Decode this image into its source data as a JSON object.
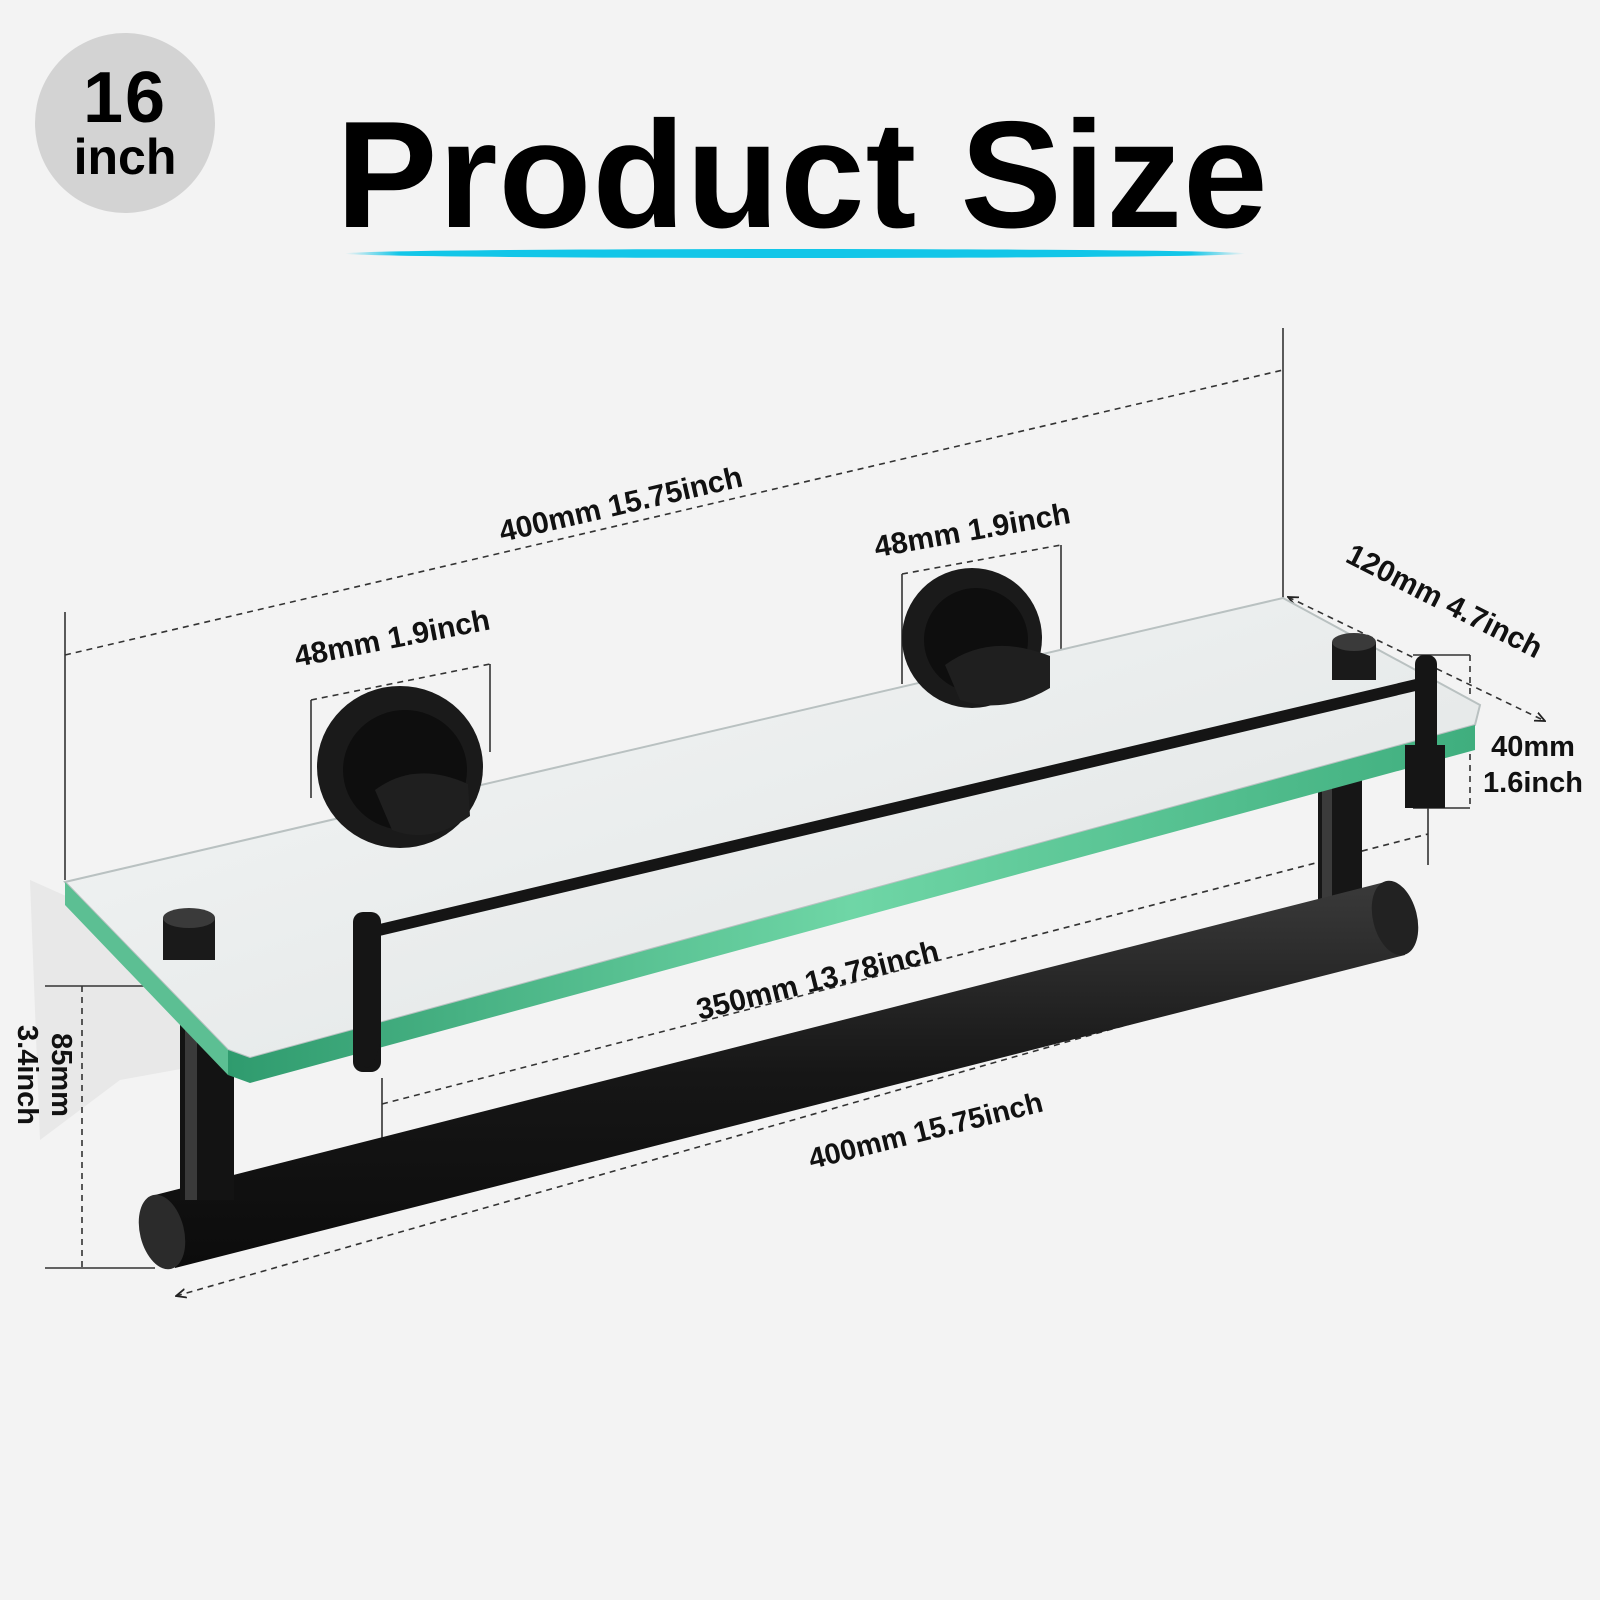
{
  "badge": {
    "number": "16",
    "unit": "inch"
  },
  "header": {
    "title": "Product Size",
    "underline_color": "#12c6e8"
  },
  "dimensions": {
    "overall_length": "400mm 15.75inch",
    "mount_diameter_left": "48mm 1.9inch",
    "mount_diameter_right": "48mm 1.9inch",
    "depth": "120mm 4.7inch",
    "rail_height_mm": "40mm",
    "rail_height_inch": "1.6inch",
    "height_mm": "85mm",
    "height_inch": "3.4inch",
    "rail_length": "350mm 13.78inch",
    "bar_length": "400mm 15.75inch"
  },
  "colors": {
    "metal": "#1c1c1c",
    "glass_top": "#e9ecec",
    "glass_edge": "#52c592",
    "dim_line": "#333333"
  }
}
